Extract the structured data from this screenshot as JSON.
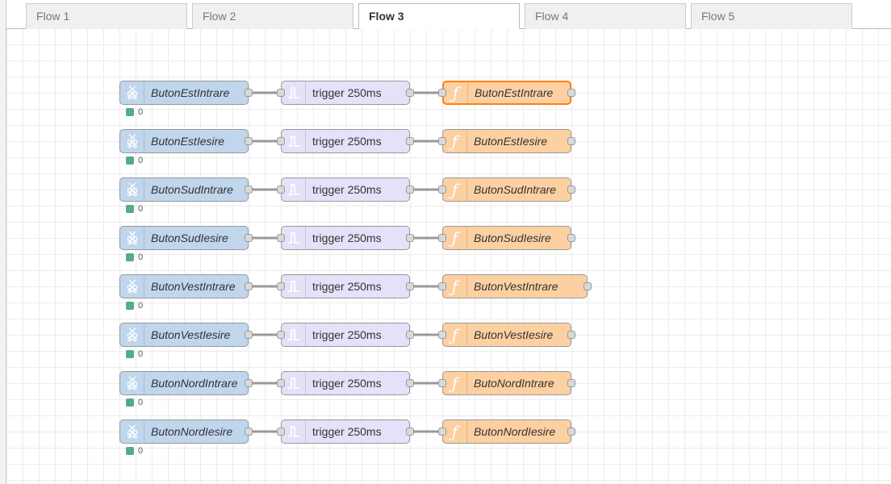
{
  "tabs": [
    {
      "label": "Flow 1",
      "active": false
    },
    {
      "label": "Flow 2",
      "active": false
    },
    {
      "label": "Flow 3",
      "active": true
    },
    {
      "label": "Flow 4",
      "active": false
    },
    {
      "label": "Flow 5",
      "active": false
    }
  ],
  "colors": {
    "rpi_node": "#c0d6ed",
    "trigger_node": "#e6e0f8",
    "function_node": "#fdd0a2",
    "selected_border": "#ff7f0e",
    "wire": "#999999",
    "status_dot": "#55aa88"
  },
  "icons": {
    "input": "raspberry-pi-icon",
    "trigger": "trigger-pulse-icon",
    "function": "function-icon"
  },
  "flows": [
    {
      "input": "ButonEstIntrare",
      "status": "0",
      "trigger": "trigger 250ms",
      "function": "ButonEstIntrare",
      "selected": true
    },
    {
      "input": "ButonEstIesire",
      "status": "0",
      "trigger": "trigger 250ms",
      "function": "ButonEstIesire",
      "selected": false
    },
    {
      "input": "ButonSudIntrare",
      "status": "0",
      "trigger": "trigger 250ms",
      "function": "ButonSudIntrare",
      "selected": false
    },
    {
      "input": "ButonSudIesire",
      "status": "0",
      "trigger": "trigger 250ms",
      "function": "ButonSudIesire",
      "selected": false
    },
    {
      "input": "ButonVestIntrare",
      "status": "0",
      "trigger": "trigger 250ms",
      "function": "ButonVestIntrare",
      "selected": false
    },
    {
      "input": "ButonVestIesire",
      "status": "0",
      "trigger": "trigger 250ms",
      "function": "ButonVestIesire",
      "selected": false
    },
    {
      "input": "ButonNordIntrare",
      "status": "0",
      "trigger": "trigger 250ms",
      "function": "ButoNordIntrare",
      "selected": false
    },
    {
      "input": "ButonNordIesire",
      "status": "0",
      "trigger": "trigger 250ms",
      "function": "ButonNordIesire",
      "selected": false
    }
  ]
}
